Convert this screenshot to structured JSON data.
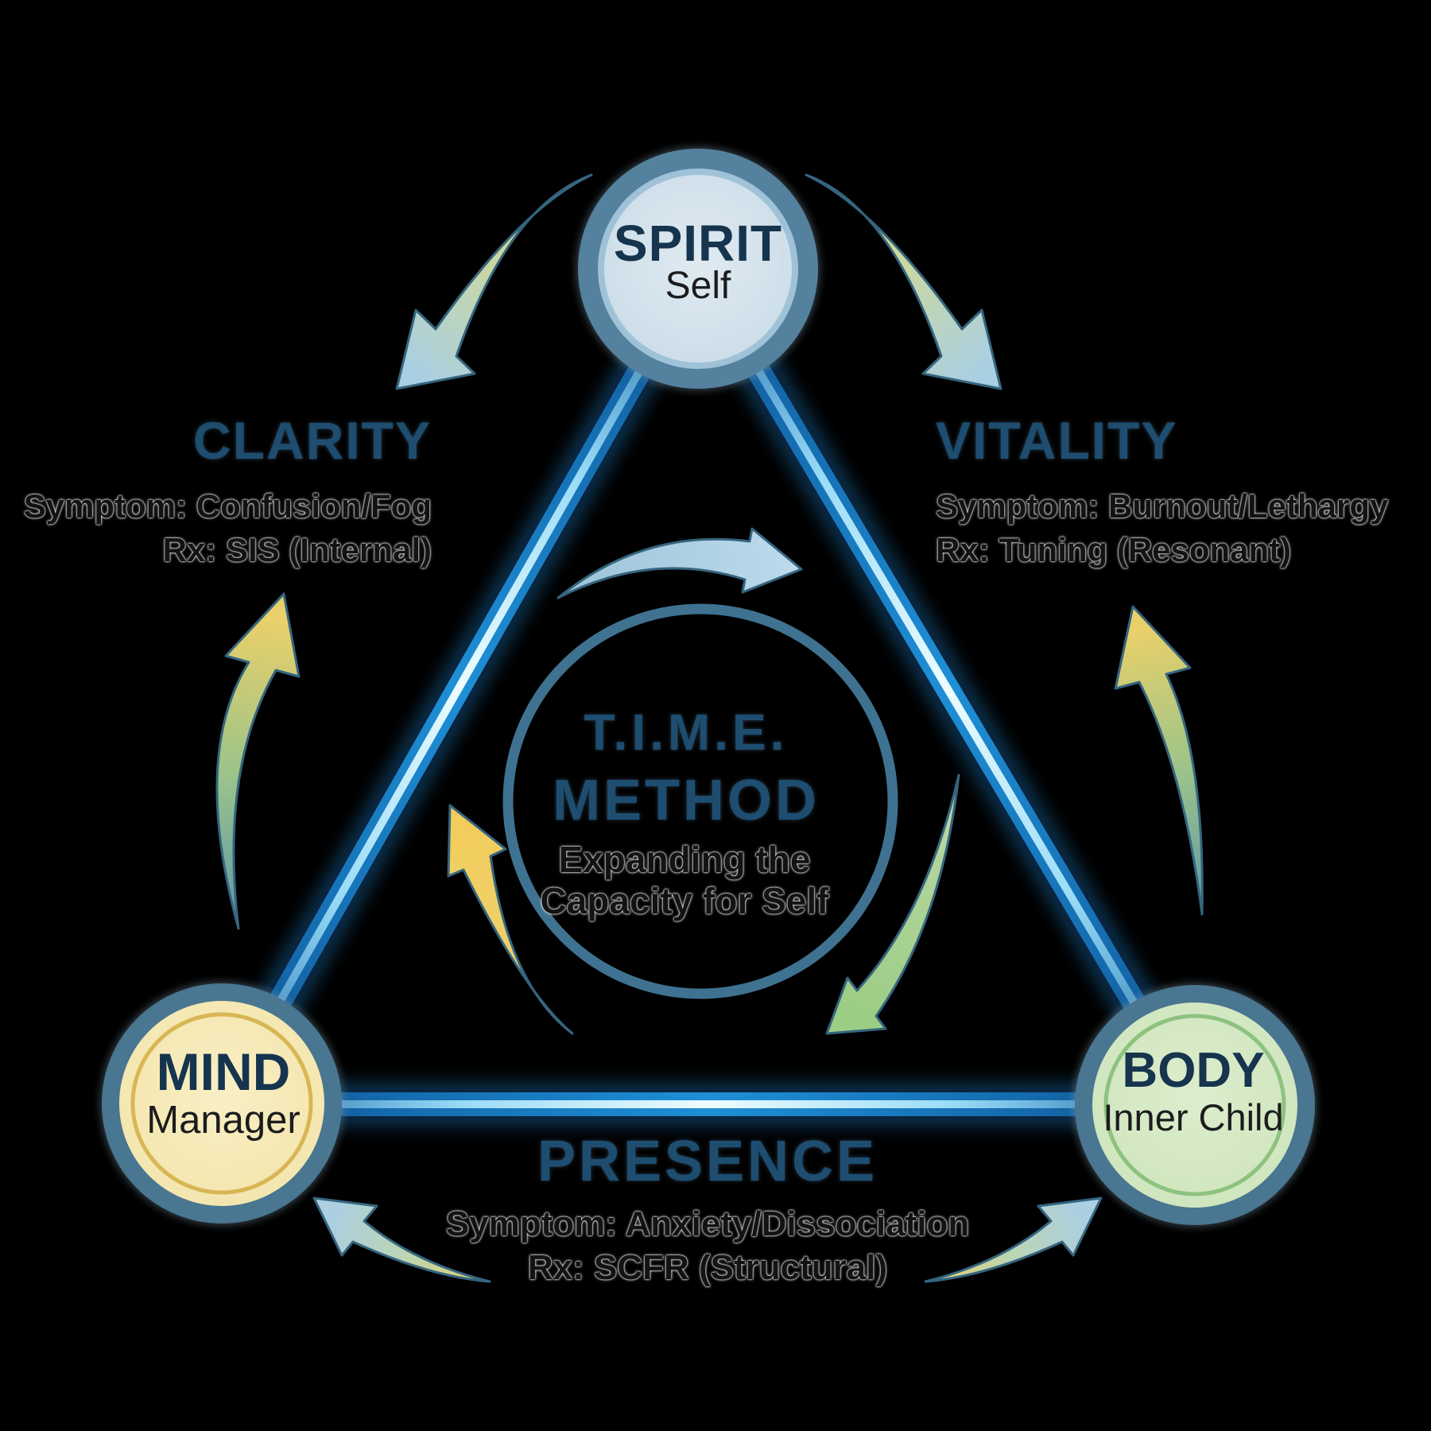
{
  "background_color": "#000000",
  "nodes": {
    "spirit": {
      "title": "SPIRIT",
      "subtitle": "Self",
      "fill": "#d6e4ed",
      "ring": "#54819d",
      "accent": "#9fc2d8"
    },
    "mind": {
      "title": "MIND",
      "subtitle": "Manager",
      "fill": "#f7ecba",
      "ring": "#497690",
      "accent": "#d8b654"
    },
    "body": {
      "title": "BODY",
      "subtitle": "Inner Child",
      "fill": "#d3e9c3",
      "ring": "#497690",
      "accent": "#8ec27f"
    }
  },
  "center": {
    "title_line1": "T.I.M.E.",
    "title_line2": "METHOD",
    "subtitle_line1": "Expanding the",
    "subtitle_line2": "Capacity for Self"
  },
  "labels": {
    "clarity": {
      "title": "CLARITY",
      "symptom": "Symptom: Confusion/Fog",
      "rx": "Rx: SIS (Internal)"
    },
    "vitality": {
      "title": "VITALITY",
      "symptom": "Symptom: Burnout/Lethargy",
      "rx": "Rx: Tuning (Resonant)"
    },
    "presence": {
      "title": "PRESENCE",
      "symptom": "Symptom: Anxiety/Dissociation",
      "rx": "Rx: SCFR (Structural)"
    }
  },
  "colors": {
    "beam_core": "#eefcff",
    "beam_mid": "#1e8fd6",
    "beam_dark": "#09253f",
    "ring_circle": "#3f7291",
    "arrow_outline": "#35657f",
    "arrow_yellow": "#f2cd5e",
    "arrow_green": "#9ccd84",
    "arrow_blue": "#b3d4e6"
  }
}
